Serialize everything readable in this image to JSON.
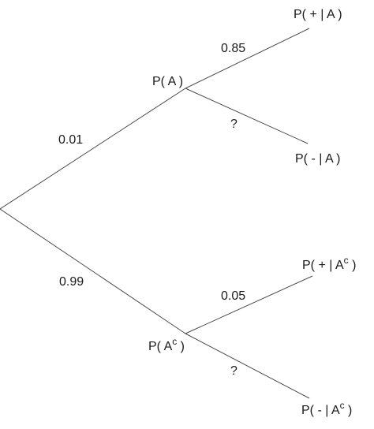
{
  "nodes": {
    "a": "P( A )",
    "ac_prefix": "P( A",
    "ac_sup": "c",
    "ac_suffix": " )",
    "pos_a": "P( + | A )",
    "neg_a": "P( - | A )",
    "pos_ac_prefix": "P( + | A",
    "pos_ac_sup": "c",
    "pos_ac_suffix": " )",
    "neg_ac_prefix": "P( - | A",
    "neg_ac_sup": "c",
    "neg_ac_suffix": " )"
  },
  "probabilities": {
    "a": "0.01",
    "ac": "0.99",
    "pos_given_a": "0.85",
    "neg_given_a": "?",
    "pos_given_ac": "0.05",
    "neg_given_ac": "?"
  },
  "colors": {
    "line": "#4a4a4a",
    "text": "#1a1a1a"
  }
}
